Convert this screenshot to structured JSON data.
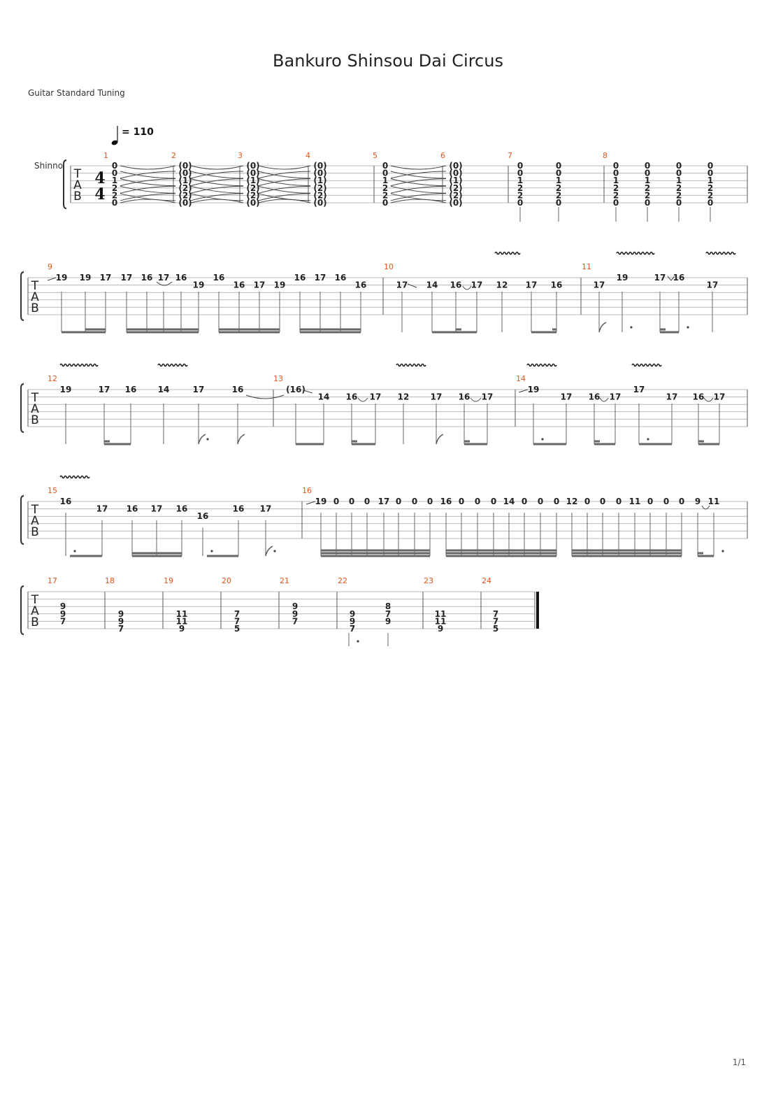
{
  "title": "Bankuro Shinsou Dai Circus",
  "tuning": "Guitar Standard Tuning",
  "tempo": "= 110",
  "track_name": "Shinno",
  "time_signature": {
    "top": "4",
    "bottom": "4"
  },
  "tab_letters": [
    "T",
    "A",
    "B"
  ],
  "page_number": "1/1",
  "colors": {
    "measure_number": "#e8541b",
    "staff_line": "#b8b8b8",
    "text": "#222222"
  },
  "systems": [
    {
      "measure_numbers": [
        "1",
        "2",
        "3",
        "4",
        "5",
        "6",
        "7",
        "8"
      ],
      "chords": [
        [
          "0",
          "0",
          "1",
          "2",
          "2",
          "0"
        ],
        [
          "(0)",
          "(0)",
          "(1)",
          "(2)",
          "(2)",
          "(0)"
        ],
        [
          "(0)",
          "(0)",
          "(1)",
          "(2)",
          "(2)",
          "(0)"
        ],
        [
          "(0)",
          "(0)",
          "(1)",
          "(2)",
          "(2)",
          "(0)"
        ],
        [
          "0",
          "0",
          "1",
          "2",
          "2",
          "0"
        ],
        [
          "(0)",
          "(0)",
          "(1)",
          "(2)",
          "(2)",
          "(0)"
        ],
        [
          "0",
          "0",
          "1",
          "2",
          "2",
          "0"
        ],
        [
          "0",
          "0",
          "1",
          "2",
          "2",
          "0"
        ],
        [
          "0",
          "0",
          "1",
          "2",
          "2",
          "0"
        ],
        [
          "0",
          "0",
          "1",
          "2",
          "2",
          "0"
        ],
        [
          "0",
          "0",
          "1",
          "2",
          "2",
          "0"
        ],
        [
          "0",
          "0",
          "1",
          "2",
          "2",
          "0"
        ]
      ]
    },
    {
      "measure_numbers": [
        "9",
        "10",
        "11"
      ],
      "frets": [
        "19",
        "19",
        "17",
        "17",
        "16",
        "17",
        "16",
        "19",
        "16",
        "16",
        "17",
        "19",
        "16",
        "17",
        "16",
        "16",
        "17",
        "14",
        "16",
        "17",
        "12",
        "17",
        "16",
        "17",
        "19",
        "17",
        "16",
        "17"
      ]
    },
    {
      "measure_numbers": [
        "12",
        "13",
        "14"
      ],
      "frets": [
        "19",
        "17",
        "16",
        "14",
        "17",
        "16",
        "(16)",
        "14",
        "16",
        "17",
        "12",
        "17",
        "16",
        "17",
        "19",
        "17",
        "16",
        "17",
        "17",
        "17",
        "16",
        "17"
      ]
    },
    {
      "measure_numbers": [
        "15",
        "16"
      ],
      "frets": [
        "16",
        "17",
        "16",
        "17",
        "16",
        "16",
        "16",
        "17",
        "19",
        "0",
        "0",
        "0",
        "17",
        "0",
        "0",
        "0",
        "16",
        "0",
        "0",
        "0",
        "14",
        "0",
        "0",
        "0",
        "12",
        "0",
        "0",
        "0",
        "11",
        "0",
        "0",
        "0",
        "9",
        "11"
      ]
    },
    {
      "measure_numbers": [
        "17",
        "18",
        "19",
        "20",
        "21",
        "22",
        "23",
        "24"
      ],
      "chords": [
        [
          "9",
          "9",
          "7"
        ],
        [
          "9",
          "9",
          "7"
        ],
        [
          "11",
          "11",
          "9"
        ],
        [
          "7",
          "7",
          "5"
        ],
        [
          "9",
          "9",
          "7"
        ],
        [
          "9",
          "9",
          "7"
        ],
        [
          "8",
          "7",
          "9"
        ],
        [
          "11",
          "11",
          "9"
        ],
        [
          "7",
          "7",
          "5"
        ]
      ]
    }
  ]
}
